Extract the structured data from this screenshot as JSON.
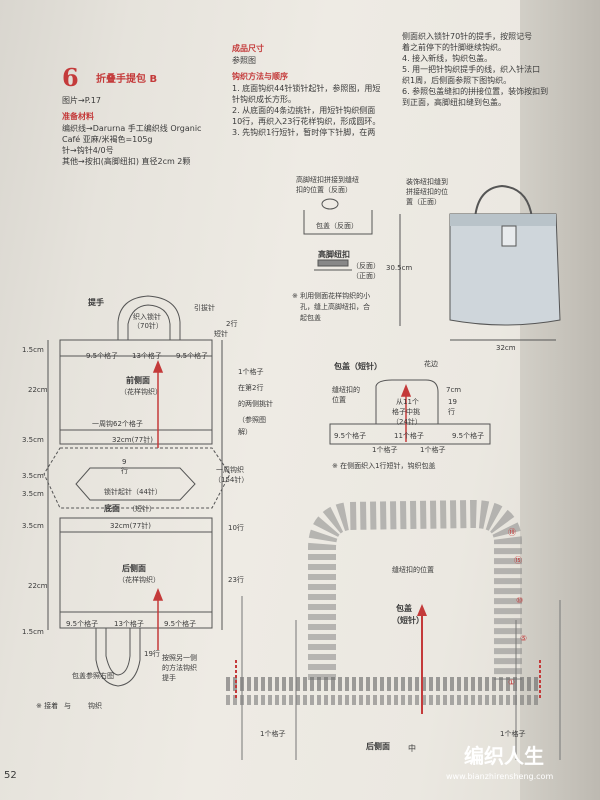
{
  "header": {
    "pattern_number": "6",
    "title": "折叠手提包 B",
    "photo_ref": "图片→P.17"
  },
  "materials": {
    "heading": "准备材料",
    "yarn": "编织线→Darurna  手工编织线 Organic",
    "yarn2": "Café  亚麻/米褐色=105g",
    "needles": "针→钩针4/0号",
    "other": "其他→按扣(高脚纽扣)  直径2cm  2颗"
  },
  "finished_size": {
    "heading": "成品尺寸",
    "value": "参照图"
  },
  "method": {
    "heading": "钩织方法与顺序",
    "step1": "1. 底面钩织44针锁针起针，参照图，用短",
    "step1b": "针钩织成长方形。",
    "step2": "2. 从底面的4条边挑针，用短针钩织侧面",
    "step2b": "10行，再织入23行花样钩织，形成圆环。",
    "step3": "3. 先钩织1行短针，暂时停下针脚，在两"
  },
  "method_cont": {
    "line1": "侧面织入锁针70针的提手，按照记号",
    "line2": "着之前停下的针脚继续钩织。",
    "line3": "4. 接入新线，钩织包盖。",
    "line4": "5. 用一把针钩织提手的线，织入针法口",
    "line5": "织1周，后侧面参照下图钩织。",
    "line6": "6. 参照包盖缝扣的拼接位置，装饰按扣到",
    "line7": "到正面，高脚纽扣缝到包盖。"
  },
  "bag_diagram": {
    "handle_label": "提手",
    "handle_chain": "织入锁针\n（70针）",
    "handle_chain_1": "织入锁针",
    "handle_chain_2": "（70针）",
    "pick_chain": "引拔针",
    "rows2": "2行",
    "short_stitch": "短针",
    "gap_95_l": "9.5个格子",
    "gap_13": "13个格子",
    "gap_95_r": "9.5个格子",
    "h15": "1.5cm",
    "h22": "22cm",
    "h35a": "3.5cm",
    "h35b": "3.5cm",
    "h35c": "3.5cm",
    "h35d": "3.5cm",
    "h22b": "22cm",
    "h15b": "1.5cm",
    "front_name": "前侧面",
    "front_sub": "（花样钩织）",
    "side_note_1": "1个格子",
    "side_note_2": "在第2行",
    "side_note_3": "的两侧挑针",
    "side_note_4": "（参照图",
    "side_note_5": "解）",
    "round_note": "一周钩62个格子",
    "width32": "32cm(77针)",
    "row9": "9\n行",
    "row9_a": "9",
    "row9_b": "行",
    "chain44": "锁针起针（44针）",
    "round154_1": "一周钩织",
    "round154_2": "（154针）",
    "bottom_name": "底面",
    "bottom_sub": "（短针）",
    "width32b": "32cm(77针)",
    "rows10": "10行",
    "rows23": "23行",
    "back_name": "后侧面",
    "back_sub": "（花样钩织）",
    "gap_95_l2": "9.5个格子",
    "gap_13b": "13个格子",
    "gap_95_r2": "9.5个格子",
    "rows19": "19行",
    "flap_ref": "包盖参照右图",
    "other_side_1": "按照另一侧",
    "other_side_2": "的方法钩织",
    "other_side_3": "提手",
    "legend_prefix": "※ 接着",
    "legend_mid": "与",
    "legend_suffix": "钩织"
  },
  "button_diagram": {
    "top1": "高脚纽扣拼接到缝纽",
    "top2": "扣的位置（反面）",
    "flap_label": "包盖（反面）",
    "title": "高脚纽扣",
    "reverse": "（反面）",
    "front": "（正面）",
    "note1": "※ 利用侧面花样钩织的小",
    "note2": "孔，缝上高脚纽扣，合",
    "note3": "起包盖"
  },
  "bag_photo": {
    "label1": "装饰纽扣缝到",
    "label2": "拼接纽扣的位",
    "label3": "置（正面）",
    "height": "30.5cm",
    "width": "32cm"
  },
  "flap_diagram": {
    "title": "包盖（短针）",
    "start": "花边",
    "sew_pos_1": "缝纽扣的",
    "sew_pos_2": "位置",
    "pick_1": "从11个",
    "pick_2": "格子中挑",
    "pick_3": "（24针）",
    "cm7": "7cm",
    "rows19": "19",
    "rows19b": "行",
    "gap_95_l": "9.5个格子",
    "one_a": "1个格子",
    "gap11": "11个格子",
    "one_b": "1个格子",
    "gap_95_r": "9.5个格子",
    "note": "※ 在侧面织入1行短针，钩织包盖"
  },
  "chart": {
    "sew_pos": "缝纽扣的位置",
    "flap_1": "包盖",
    "flap_2": "（短针）",
    "r19": "⑲",
    "r15": "⑮",
    "r10": "⑩",
    "r5": "⑤",
    "r1": "①",
    "cell_l": "1个格子",
    "cell_r": "1个格子",
    "back": "后侧面",
    "center": "中"
  },
  "footer": {
    "page_number": "52",
    "watermark_cn": "编织人生",
    "watermark_url": "www.bianzhirensheng.com"
  },
  "colors": {
    "accent": "#c43a3a",
    "line": "#555555"
  }
}
